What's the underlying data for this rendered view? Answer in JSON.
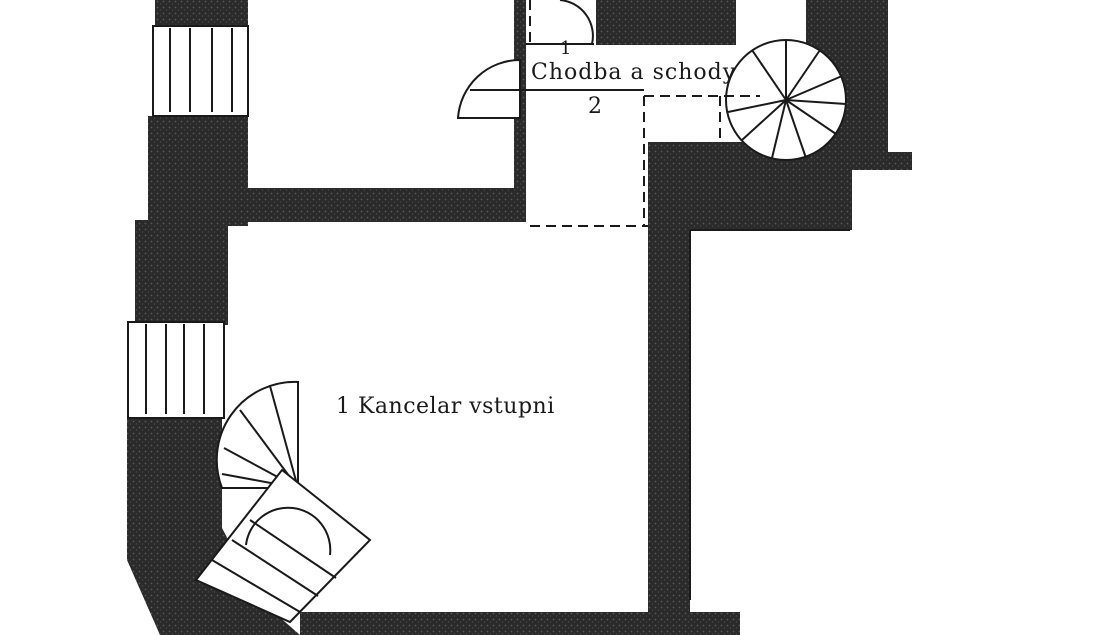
{
  "rooms": {
    "corridor": {
      "name": "Chodba a schody",
      "number": "2",
      "door_mark": "1"
    },
    "office": {
      "name": "1  Kancelar vstupni"
    }
  },
  "colors": {
    "wall": "#2a2a2a",
    "line": "#1a1a1a",
    "paper": "#ffffff"
  }
}
